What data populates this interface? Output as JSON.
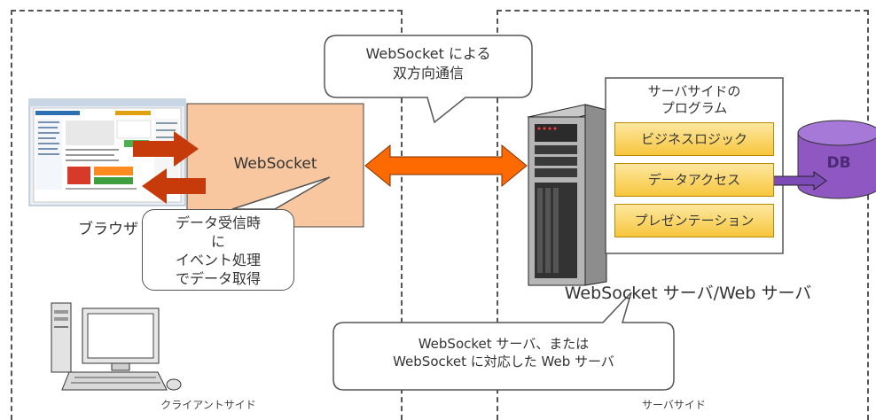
{
  "regions": {
    "client_label": "クライアントサイド",
    "server_label": "サーバサイド"
  },
  "browser": {
    "label": "ブラウザ"
  },
  "websocket_box": {
    "label": "WebSocket"
  },
  "callouts": {
    "top_line1": "WebSocket による",
    "top_line2": "双方向通信",
    "event_line1": "データ受信時",
    "event_line2": "に",
    "event_line3": "イベント処理",
    "event_line4": "でデータ取得",
    "server_line1": "WebSocket サーバ、または",
    "server_line2": "WebSocket に対応した Web サーバ"
  },
  "server": {
    "program_title_line1": "サーバサイドの",
    "program_title_line2": "プログラム",
    "layers": [
      "ビジネスロジック",
      "データアクセス",
      "プレゼンテーション"
    ],
    "caption": "WebSocket サーバ/Web サーバ"
  },
  "db": {
    "label": "DB"
  },
  "colors": {
    "websocket_fill": "#f9c79f",
    "bidirectional_arrow": "#ff6a00",
    "browser_arrow": "#c73a0a",
    "db_fill": "#8e57c2",
    "db_arrow": "#7d4bb8"
  }
}
